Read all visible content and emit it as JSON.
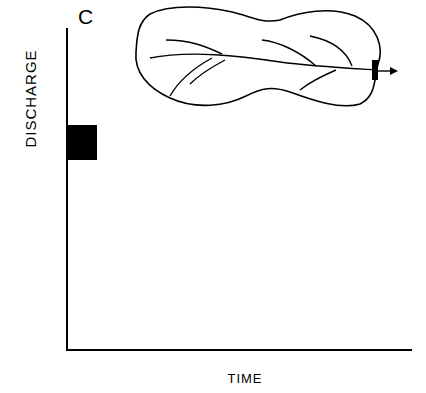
{
  "diagram": {
    "labels": [
      "C",
      "DISCHARGE",
      "TIME"
    ]
  }
}
